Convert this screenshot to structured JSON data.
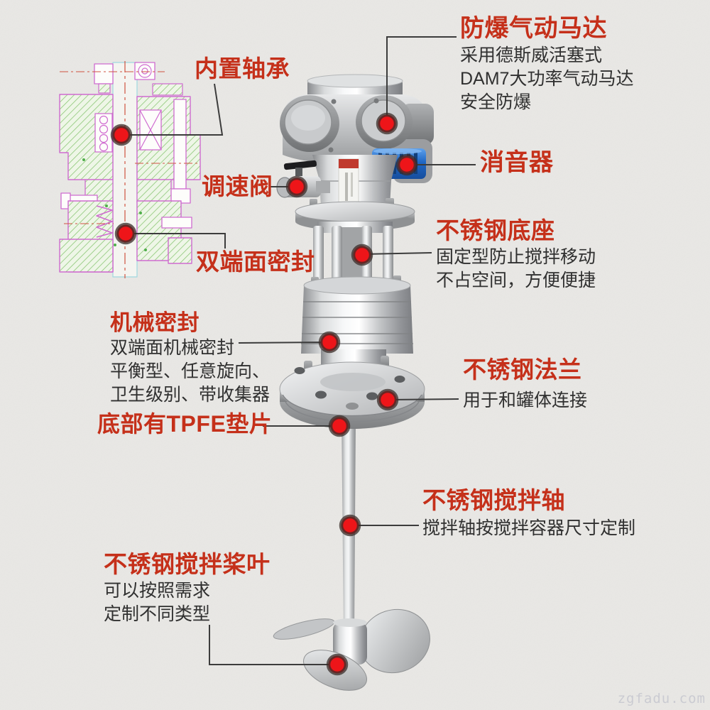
{
  "meta": {
    "accent_red": "#c5301a",
    "body_text_color": "#303030",
    "background_color": "#e9e8e5",
    "muffler_blue": "#1f66c4",
    "cad_hatch_green": "#8cc776",
    "cad_outline_magenta": "#cf6bd0",
    "callout_dot_red": "#ee1519"
  },
  "watermark": "zgfadu.com",
  "callouts": {
    "motor": {
      "title": "防爆气动马达",
      "lines": [
        "采用德斯威活塞式",
        "DAM7大功率气动马达",
        "安全防爆"
      ]
    },
    "bearing": {
      "title": "内置轴承"
    },
    "muffler": {
      "title": "消音器"
    },
    "valve": {
      "title": "调速阀"
    },
    "base": {
      "title": "不锈钢底座",
      "lines": [
        "固定型防止搅拌移动",
        "不占空间，方便便捷"
      ]
    },
    "dual_seal": {
      "title": "双端面密封"
    },
    "mech_seal": {
      "title": "机械密封",
      "lines": [
        "双端面机械密封",
        "平衡型、任意旋向、",
        "卫生级别、带收集器"
      ]
    },
    "gasket": {
      "title": "底部有TPFE垫片"
    },
    "flange": {
      "title": "不锈钢法兰",
      "lines": [
        "用于和罐体连接"
      ]
    },
    "shaft": {
      "title": "不锈钢搅拌轴",
      "lines": [
        "搅拌轴按搅拌容器尺寸定制"
      ]
    },
    "impeller": {
      "title": "不锈钢搅拌桨叶",
      "lines": [
        "可以按照需求",
        "定制不同类型"
      ]
    }
  }
}
